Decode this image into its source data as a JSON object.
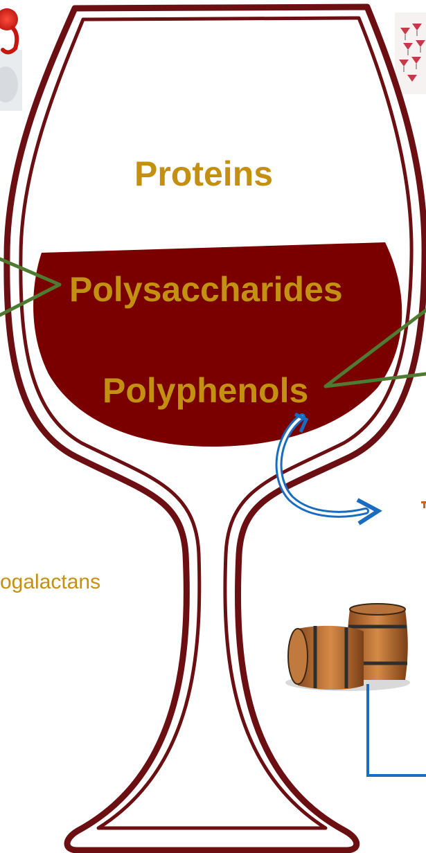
{
  "labels": {
    "proteins": "Proteins",
    "polysaccharides": "Polysaccharides",
    "polyphenols": "Polyphenols",
    "arabinogalactans_fragment": "ogalactans"
  },
  "colors": {
    "glass_outline": "#6b0f12",
    "wine_fill": "#7a0000",
    "text_gold": "#c39012",
    "arrow_green": "#4f7a32",
    "arrow_blue": "#1a6cc0",
    "bracket_blue": "#1a6cc0",
    "small_mark_orange": "#c8641e"
  },
  "icons": {
    "top_left": "red-cartoon-icon",
    "top_right": "wine-glasses-collage-icon",
    "barrels": "wooden-barrels-icon"
  }
}
